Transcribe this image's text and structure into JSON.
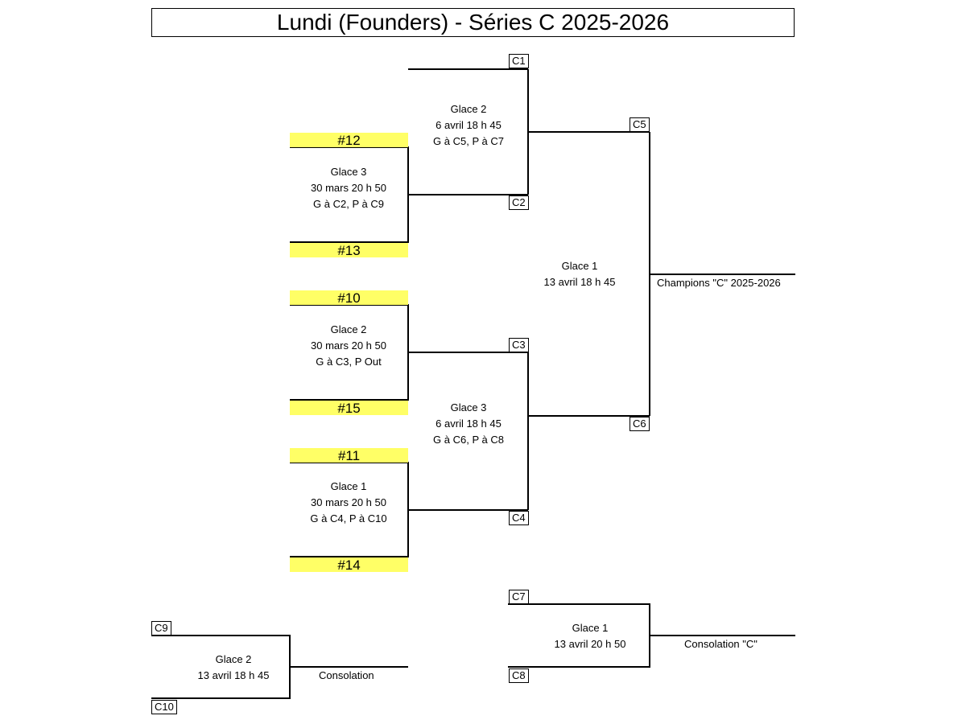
{
  "title": "Lundi (Founders) - Séries C  2025-2026",
  "seeds": [
    "#12",
    "#13",
    "#10",
    "#15",
    "#11",
    "#14"
  ],
  "codes": {
    "c1": "C1",
    "c2": "C2",
    "c3": "C3",
    "c4": "C4",
    "c5": "C5",
    "c6": "C6",
    "c7": "C7",
    "c8": "C8",
    "c9": "C9",
    "c10": "C10"
  },
  "games": {
    "r1_top": {
      "rink": "Glace 3",
      "time": "30 mars 20 h 50",
      "note": "G à C2, P à C9"
    },
    "r1_mid": {
      "rink": "Glace 2",
      "time": "30 mars 20 h 50",
      "note": "G à C3, P Out"
    },
    "r1_bot": {
      "rink": "Glace 1",
      "time": "30 mars 20 h 50",
      "note": "G à C4, P à C10"
    },
    "semi_top": {
      "rink": "Glace 2",
      "time": "6 avril 18 h 45",
      "note": "G à C5, P à C7"
    },
    "semi_bot": {
      "rink": "Glace 3",
      "time": "6 avril 18 h 45",
      "note": "G à C6, P à C8"
    },
    "final": {
      "rink": "Glace 1",
      "time": "13 avril 18 h 45"
    },
    "cons_c": {
      "rink": "Glace 1",
      "time": "13 avril 20 h 50"
    },
    "cons": {
      "rink": "Glace 2",
      "time": "13 avril 18 h 45"
    }
  },
  "labels": {
    "champions": "Champions \"C\" 2025-2026",
    "consolation_c": "Consolation \"C\"",
    "consolation": "Consolation"
  }
}
